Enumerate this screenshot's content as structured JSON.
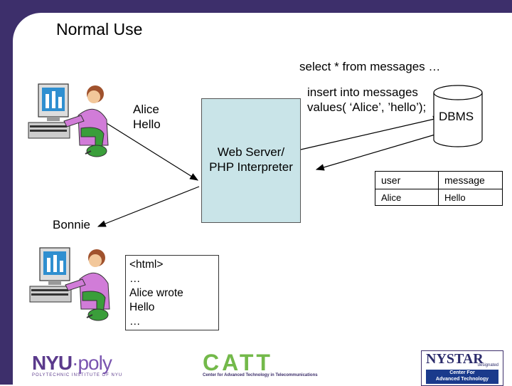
{
  "title": "Normal Use",
  "server_label_line1": "Web Server/",
  "server_label_line2": "PHP Interpreter",
  "select_query": "select * from messages …",
  "insert_line1": "insert into messages",
  "insert_line2": "values( ‘Alice’, ’hello’);",
  "dbms_label": "DBMS",
  "alice_post_line1": "Alice",
  "alice_post_line2": "Hello",
  "bonnie_label": "Bonnie",
  "html_page": {
    "lines": [
      "<html>",
      "…",
      "Alice wrote",
      "Hello",
      "…"
    ]
  },
  "table": {
    "headers": [
      "user",
      "message"
    ],
    "rows": [
      [
        "Alice",
        "Hello"
      ]
    ]
  },
  "logos": {
    "nyu_main_a": "NYU",
    "nyu_main_b": "·poly",
    "nyu_sub": "POLYTECHNIC INSTITUTE OF NYU",
    "catt_main": "CATT",
    "catt_sub": "Center for Advanced Technology in Telecommunications",
    "nystar_main": "NYSTAR",
    "nystar_designated": "designated",
    "nystar_bar_line1": "Center For",
    "nystar_bar_line2": "Advanced Technology"
  },
  "colors": {
    "frame": "#3d2f6b",
    "server_fill": "#c9e4e8",
    "nyu_purple": "#5b3a8c",
    "catt_green": "#73b94a"
  }
}
